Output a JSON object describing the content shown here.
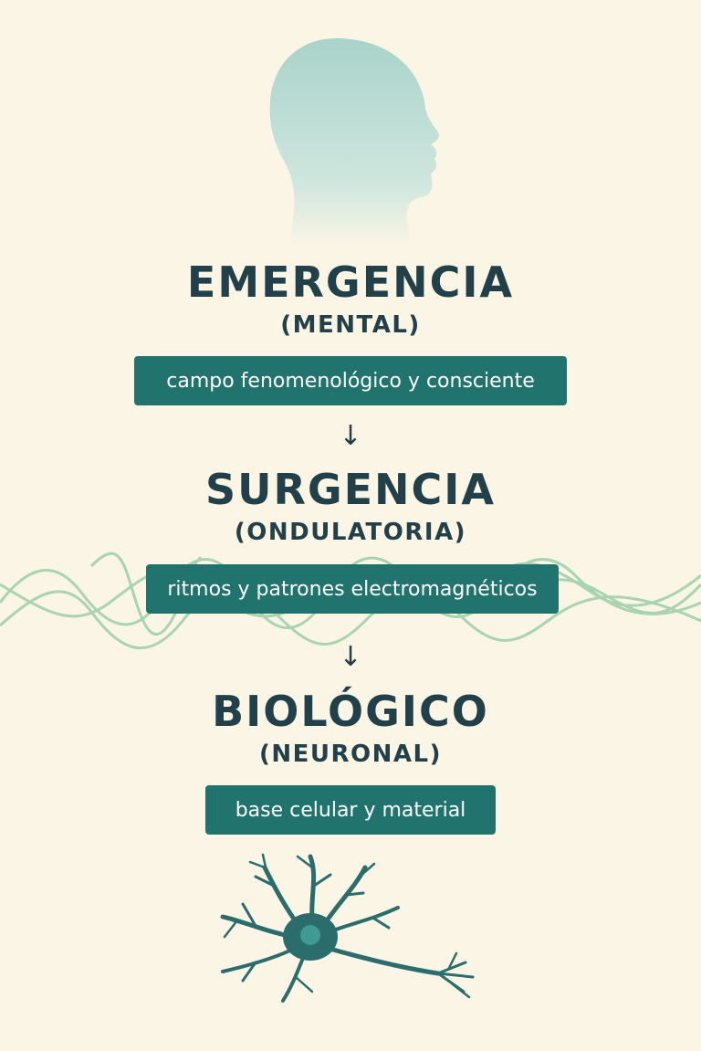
{
  "levels": [
    {
      "title": "EMERGENCIA",
      "subtitle": "(MENTAL)",
      "box": "campo fenomenológico y consciente"
    },
    {
      "title": "SURGENCIA",
      "subtitle": "(ONDULATORIA)",
      "box": "ritmos y patrones electromagnéticos"
    },
    {
      "title": "BIOLÓGICO",
      "subtitle": "(NEURONAL)",
      "box": "base celular y material"
    }
  ],
  "arrows": [
    "↓",
    "↓"
  ],
  "icons": {
    "top": "human-head-icon",
    "middle": "wave-lines-icon",
    "bottom": "neuron-icon"
  },
  "colors": {
    "background": "#fbf5e6",
    "text": "#21404a",
    "box": "#21746e",
    "wave": "#a9d4b0",
    "head": "#b9dcd3",
    "neuron": "#2b6d6d"
  }
}
